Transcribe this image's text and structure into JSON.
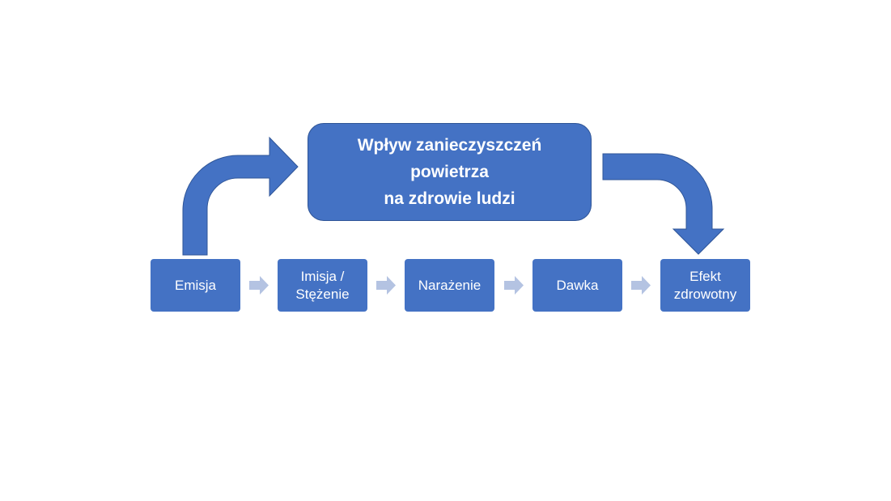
{
  "colors": {
    "box_fill": "#4472c4",
    "box_border": "#2f5597",
    "chevron": "#b4c3e2",
    "text": "#ffffff"
  },
  "title_box": {
    "lines": [
      "Wpływ zanieczyszczeń",
      "powietrza",
      "na zdrowie ludzi"
    ]
  },
  "steps": [
    {
      "lines": [
        "Emisja"
      ]
    },
    {
      "lines": [
        "Imisja /",
        "Stężenie"
      ]
    },
    {
      "lines": [
        "Narażenie"
      ]
    },
    {
      "lines": [
        "Dawka"
      ]
    },
    {
      "lines": [
        "Efekt",
        "zdrowotny"
      ]
    }
  ],
  "icons": {
    "curved_arrows": [
      "curved-up-right-arrow",
      "curved-right-down-arrow"
    ],
    "step_connector": "chevron-right-arrow"
  }
}
